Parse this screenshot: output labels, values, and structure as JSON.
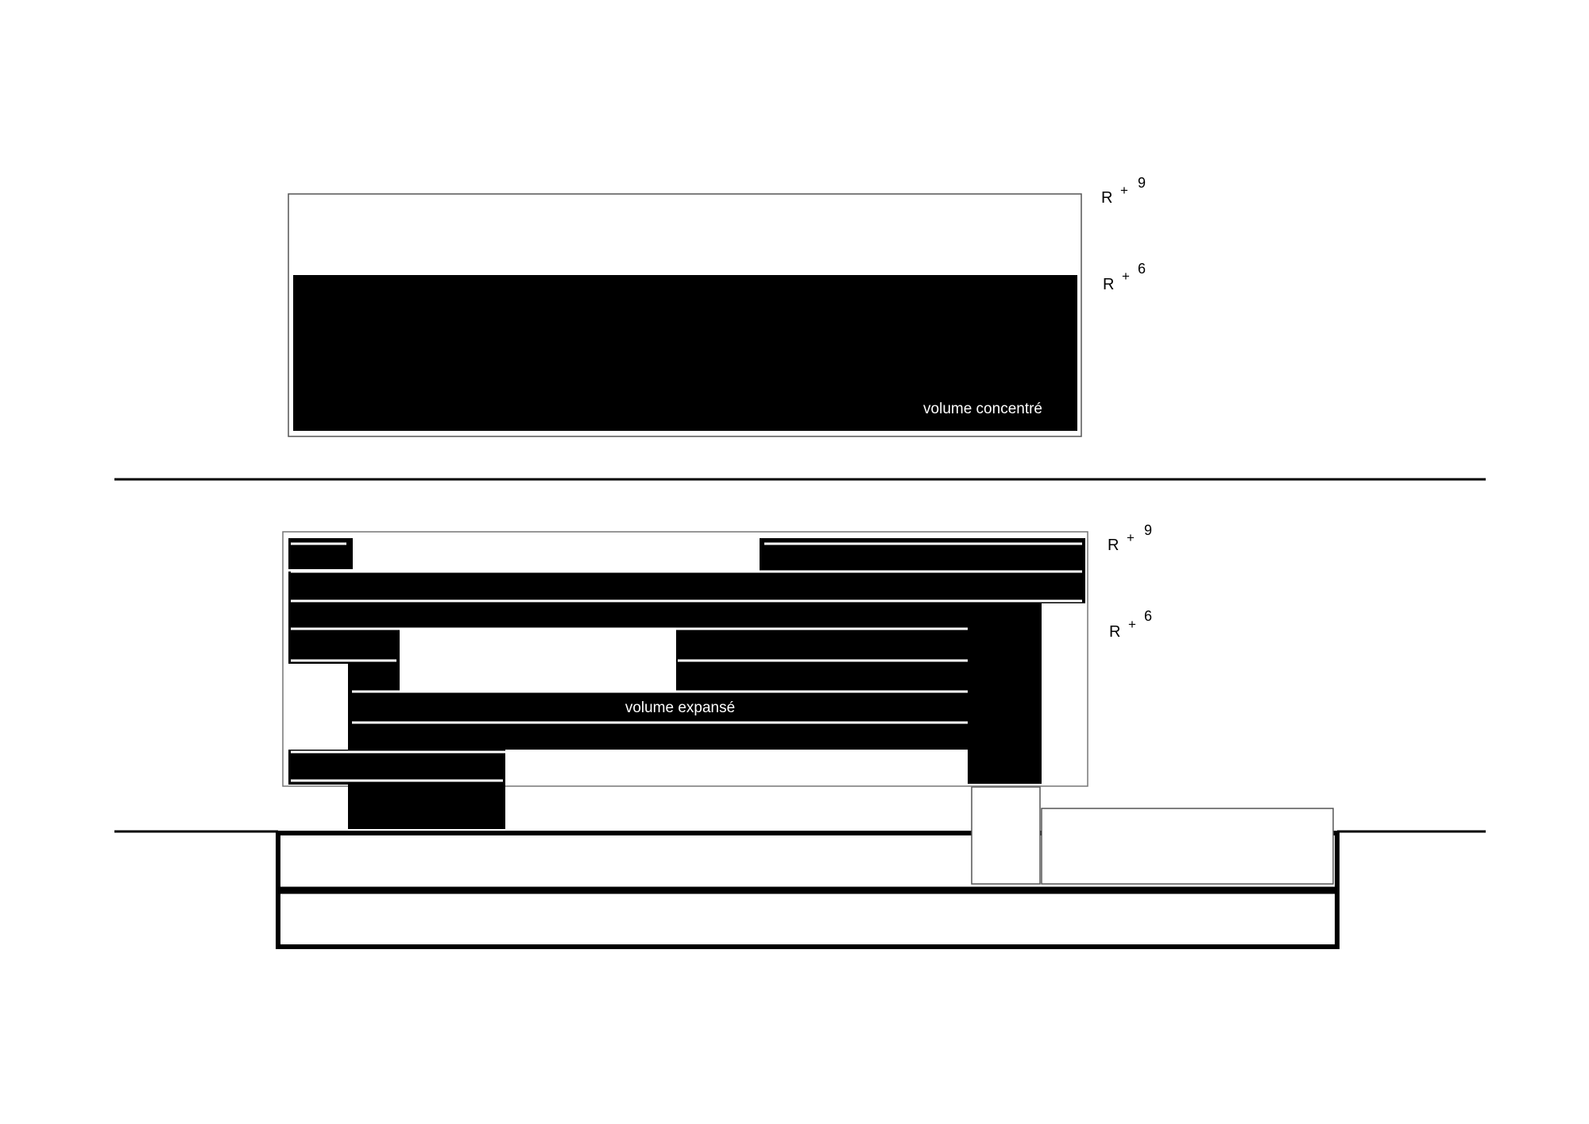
{
  "top_section": {
    "volume_label": "volume concentré",
    "levels": [
      {
        "prefix": "R",
        "plus": "+",
        "number": "9"
      },
      {
        "prefix": "R",
        "plus": "+",
        "number": "6"
      }
    ]
  },
  "bottom_section": {
    "volume_label": "volume expansé",
    "levels": [
      {
        "prefix": "R",
        "plus": "+",
        "number": "9"
      },
      {
        "prefix": "R",
        "plus": "+",
        "number": "6"
      }
    ]
  },
  "colors": {
    "mass": "#000000",
    "background": "#ffffff",
    "outline": "#555555"
  }
}
